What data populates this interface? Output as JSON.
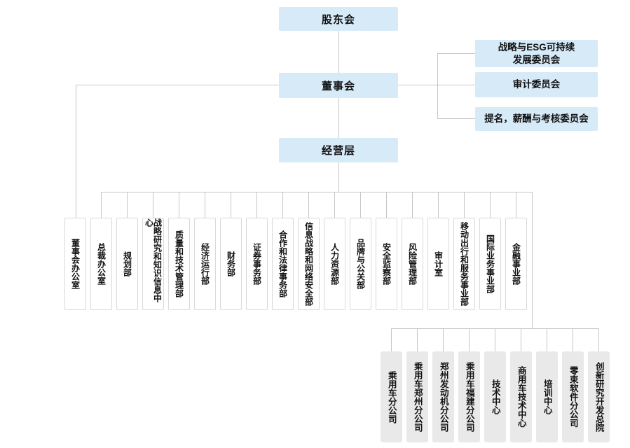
{
  "org": {
    "top_nodes": [
      {
        "label": "股东会"
      },
      {
        "label": "董事会"
      },
      {
        "label": "经营层"
      }
    ],
    "committees": [
      {
        "label": "战略与ESG可持续\n发展委员会"
      },
      {
        "label": "审计委员会"
      },
      {
        "label": "提名，薪酬与考核委员会"
      }
    ],
    "departments": [
      "董事会办公室",
      "总裁办公室",
      "规划部",
      "战略研究和知识信息中心",
      "质量和技术管理部",
      "经济运行部",
      "财务部",
      "证券事务部",
      "合作和法律事务部",
      "信息战略和网络安全部",
      "人力资源部",
      "品牌与公关部",
      "安全监察部",
      "风险管理部",
      "审计室",
      "移动出行和服务事业部",
      "国际业务事业部",
      "金融事业部"
    ],
    "subsidiaries": [
      "乘用车分公司",
      "乘用车郑州分公司",
      "郑州发动机分公司",
      "乘用车福建分公司",
      "技术中心",
      "商用车技术中心",
      "培训中心",
      "零束软件分公司",
      "创新研究开发总院"
    ],
    "colors": {
      "node_fill": "#d6eaf8",
      "dept_fill": "#ffffff",
      "dept_border": "#d9d9d9",
      "subsidiary_fill": "#e9e9e9",
      "line": "#c6c6c6",
      "text": "#111111"
    }
  }
}
